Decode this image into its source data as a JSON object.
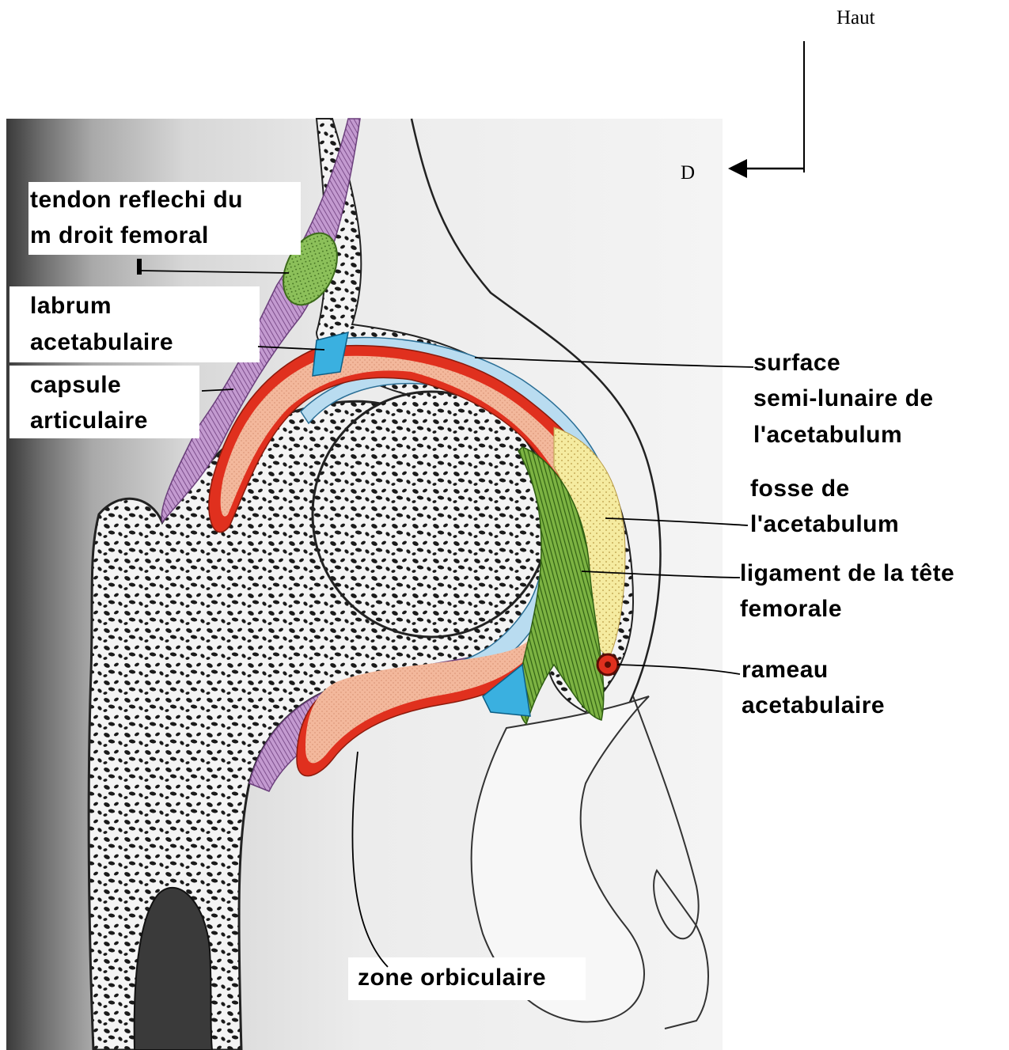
{
  "orientation": {
    "up": "Haut",
    "right_side": "D"
  },
  "labels": {
    "tendon": [
      "tendon reflechi du",
      "m droit femoral"
    ],
    "labrum": [
      "labrum",
      "acetabulaire"
    ],
    "capsule": [
      "capsule",
      "articulaire"
    ],
    "surface": [
      "surface",
      "semi-lunaire de",
      "l'acetabulum"
    ],
    "fosse": [
      "fosse de",
      "l'acetabulum"
    ],
    "ligament": [
      "ligament de la tête",
      "femorale"
    ],
    "rameau": [
      "rameau",
      "acetabulaire"
    ],
    "zone": [
      "zone orbiculaire"
    ]
  },
  "colors": {
    "cartilage": "#f3b89c",
    "synovial_red": "#e0301e",
    "labrum_blue": "#3ab0e0",
    "articular_surface": "#b9dcf0",
    "ligament_green": "#7cb342",
    "tendon_green": "#8cc05a",
    "fat_yellow": "#f5eba0",
    "capsule_purple": "#c39ad0",
    "bone_spot": "#1a1a1a"
  }
}
